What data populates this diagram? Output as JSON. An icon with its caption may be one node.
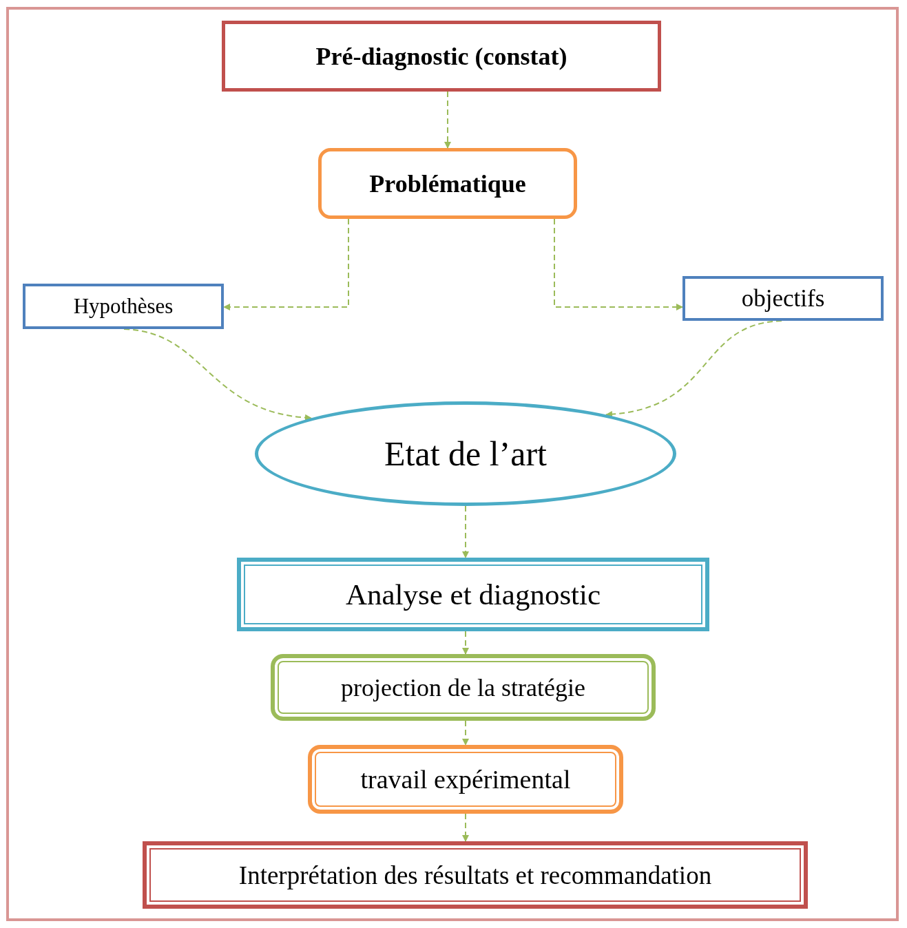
{
  "diagram": {
    "nodes": [
      {
        "text": [
          "Pré-diagnostic (constat)"
        ]
      },
      {
        "text": [
          "Problématique"
        ]
      },
      {
        "text": [
          "Hypothèses"
        ]
      },
      {
        "text": [
          "objectifs"
        ]
      },
      {
        "text": [
          "Etat de l’art"
        ]
      },
      {
        "text": [
          "Analyse et diagnostic"
        ]
      },
      {
        "text": [
          "projection de la stratégie"
        ]
      },
      {
        "text": [
          "travail expérimental"
        ]
      },
      {
        "text": [
          "Interprétation des résultats et recommandation"
        ]
      }
    ],
    "edges": [
      {
        "from": 0,
        "to": 1,
        "arrow": "to"
      },
      {
        "from": 1,
        "to": 2,
        "arrow": "to"
      },
      {
        "from": 1,
        "to": 3,
        "arrow": "to"
      },
      {
        "from": 2,
        "to": 4,
        "arrow": "to"
      },
      {
        "from": 3,
        "to": 4,
        "arrow": "to"
      },
      {
        "from": 4,
        "to": 5,
        "arrow": "to"
      },
      {
        "from": 5,
        "to": 6,
        "arrow": "to"
      },
      {
        "from": 6,
        "to": 7,
        "arrow": "to"
      },
      {
        "from": 7,
        "to": 8,
        "arrow": "to"
      }
    ]
  }
}
